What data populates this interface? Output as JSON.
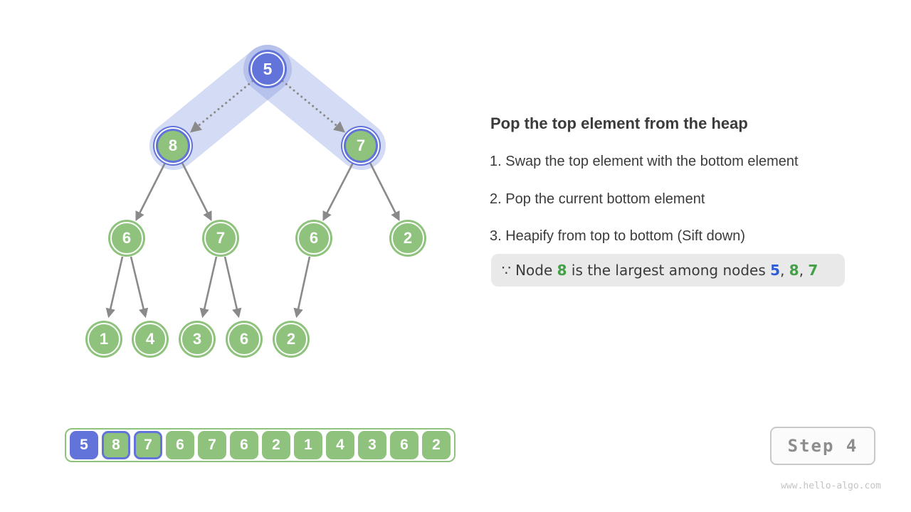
{
  "panel": {
    "title": "Pop the top element from the heap",
    "steps": [
      "1. Swap the top element with the bottom element",
      "2. Pop the current bottom element",
      "3. Heapify from top to bottom (Sift down)"
    ],
    "note": {
      "parts": [
        {
          "text": "∵ Node ",
          "color": "#3b3b3b",
          "bold": ""
        },
        {
          "text": "8",
          "color": "#43a047",
          "bold": "accent"
        },
        {
          "text": " is the largest among nodes ",
          "color": "#3b3b3b",
          "bold": ""
        },
        {
          "text": "5",
          "color": "#2b5cd9",
          "bold": "accent"
        },
        {
          "text": ", ",
          "color": "#3b3b3b",
          "bold": ""
        },
        {
          "text": "8",
          "color": "#43a047",
          "bold": "accent"
        },
        {
          "text": ", ",
          "color": "#3b3b3b",
          "bold": ""
        },
        {
          "text": "7",
          "color": "#43a047",
          "bold": "accent"
        }
      ]
    }
  },
  "tree": {
    "nodes": [
      {
        "value": "5",
        "state": "root-blue"
      },
      {
        "value": "8",
        "state": "hl-green"
      },
      {
        "value": "7",
        "state": "hl-green"
      },
      {
        "value": "6",
        "state": "green"
      },
      {
        "value": "7",
        "state": "green"
      },
      {
        "value": "6",
        "state": "green"
      },
      {
        "value": "2",
        "state": "green"
      },
      {
        "value": "1",
        "state": "green"
      },
      {
        "value": "4",
        "state": "green"
      },
      {
        "value": "3",
        "state": "green"
      },
      {
        "value": "6",
        "state": "green"
      },
      {
        "value": "2",
        "state": "green"
      }
    ]
  },
  "array": {
    "cells": [
      {
        "value": "5",
        "state": "blue"
      },
      {
        "value": "8",
        "state": "blue-border"
      },
      {
        "value": "7",
        "state": "blue-border"
      },
      {
        "value": "6",
        "state": "green"
      },
      {
        "value": "7",
        "state": "green"
      },
      {
        "value": "6",
        "state": "green"
      },
      {
        "value": "2",
        "state": "green"
      },
      {
        "value": "1",
        "state": "green"
      },
      {
        "value": "4",
        "state": "green"
      },
      {
        "value": "3",
        "state": "green"
      },
      {
        "value": "6",
        "state": "green"
      },
      {
        "value": "2",
        "state": "green"
      }
    ]
  },
  "step_button": {
    "label": "Step 4"
  },
  "watermark": "www.hello-algo.com",
  "colors": {
    "node_green": "#8fc27d",
    "node_blue": "#6274d9",
    "highlight_band": "rgba(112,136,218,0.30)",
    "arrow_gray": "#8a8a8a",
    "note_bg": "#e9e9e9",
    "text_dark": "#3b3b3b",
    "accent_green_text": "#43a047",
    "accent_blue_text": "#2b5cd9"
  }
}
